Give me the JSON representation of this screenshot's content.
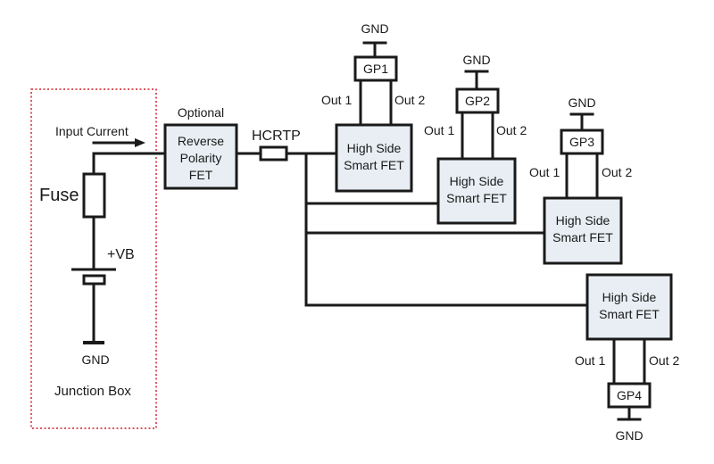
{
  "junction_box": {
    "label": "Junction Box",
    "input_current": "Input Current",
    "fuse": "Fuse",
    "vb": "+VB",
    "gnd": "GND",
    "border_color": "#d0202a"
  },
  "rp_fet": {
    "caption": "Optional",
    "line1": "Reverse",
    "line2": "Polarity",
    "line3": "FET"
  },
  "hcrtp": "HCRTP",
  "fets": [
    {
      "line1": "High Side",
      "line2": "Smart FET",
      "gp": "GP1",
      "out1": "Out 1",
      "out2": "Out 2",
      "gnd": "GND"
    },
    {
      "line1": "High Side",
      "line2": "Smart FET",
      "gp": "GP2",
      "out1": "Out 1",
      "out2": "Out 2",
      "gnd": "GND"
    },
    {
      "line1": "High Side",
      "line2": "Smart FET",
      "gp": "GP3",
      "out1": "Out 1",
      "out2": "Out 2",
      "gnd": "GND"
    },
    {
      "line1": "High Side",
      "line2": "Smart FET",
      "gp": "GP4",
      "out1": "Out 1",
      "out2": "Out 2",
      "gnd": "GND"
    }
  ],
  "colors": {
    "box_fill": "#e8eef3",
    "line": "#1a1a1a"
  }
}
